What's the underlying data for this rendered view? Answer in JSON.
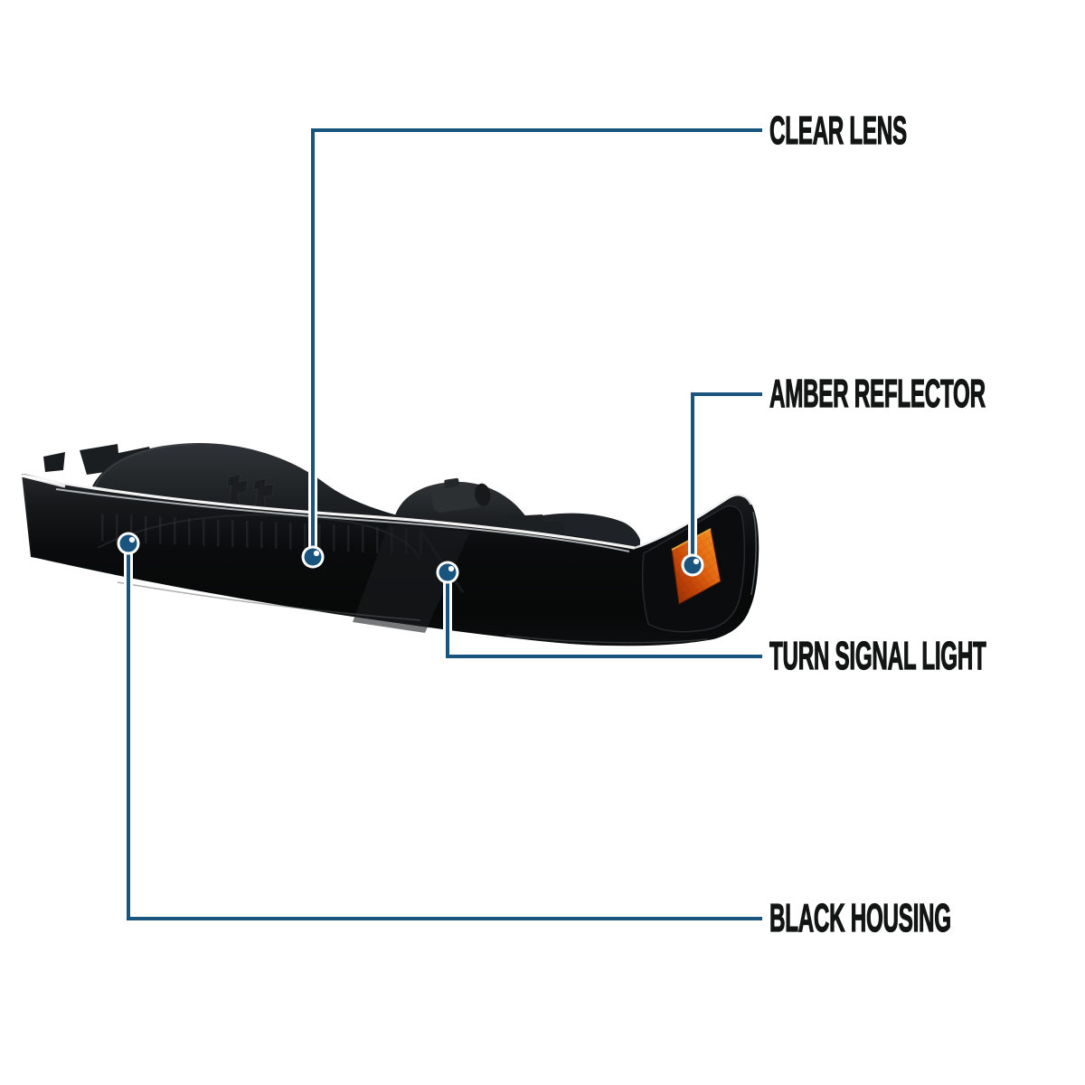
{
  "style": {
    "accent_blue": "#19547f",
    "label_color": "#131414",
    "background": "#ffffff"
  },
  "product": {
    "housing_color": "#0b0c0d",
    "amber_reflector_color": "#e2751c",
    "chrome_trim_color": "#f5f6f7"
  },
  "callouts": [
    {
      "id": "clear-lens",
      "label": "CLEAR LENS"
    },
    {
      "id": "amber-reflector",
      "label": "AMBER REFLECTOR"
    },
    {
      "id": "turn-signal-light",
      "label": "TURN SIGNAL LIGHT"
    },
    {
      "id": "black-housing",
      "label": "BLACK HOUSING"
    }
  ]
}
